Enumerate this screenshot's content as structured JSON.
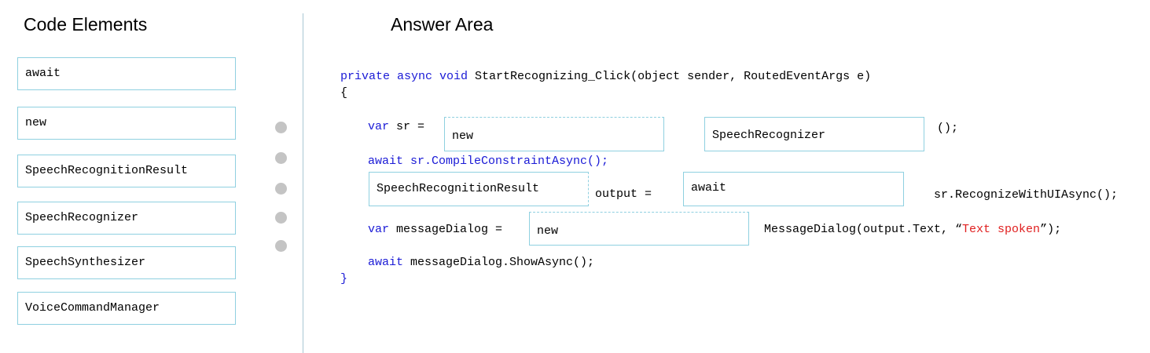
{
  "left_panel": {
    "title": "Code Elements",
    "elements": [
      "await",
      "new",
      "SpeechRecognitionResult",
      "SpeechRecognizer",
      "SpeechSynthesizer",
      "VoiceCommandManager"
    ]
  },
  "right_panel": {
    "title": "Answer Area",
    "code": {
      "line1_kw": "private async void",
      "line1_rest": " StartRecognizing_Click(object sender, RoutedEventArgs e)",
      "open_brace": "{",
      "line2_kw": "var",
      "line2_rest": " sr =",
      "line2_tail": "();",
      "line3": "await sr.CompileConstraintAsync();",
      "line4_mid": "output =",
      "line4_tail": "sr.RecognizeWithUIAsync();",
      "line5_kw": "var",
      "line5_rest": " messageDialog =",
      "line5_tail_a": "MessageDialog(output.Text, “",
      "line5_str": "Text spoken",
      "line5_tail_b": "”);",
      "line6_kw": "await",
      "line6_rest": " messageDialog.ShowAsync();",
      "close_brace": "}"
    },
    "slots": {
      "slot1": "new",
      "slot2": "SpeechRecognizer",
      "slot3": "SpeechRecognitionResult",
      "slot4": "await",
      "slot5": "new"
    }
  },
  "colors": {
    "keyword": "#1a1ad6",
    "string": "#e02020",
    "border": "#8fd0e0"
  }
}
